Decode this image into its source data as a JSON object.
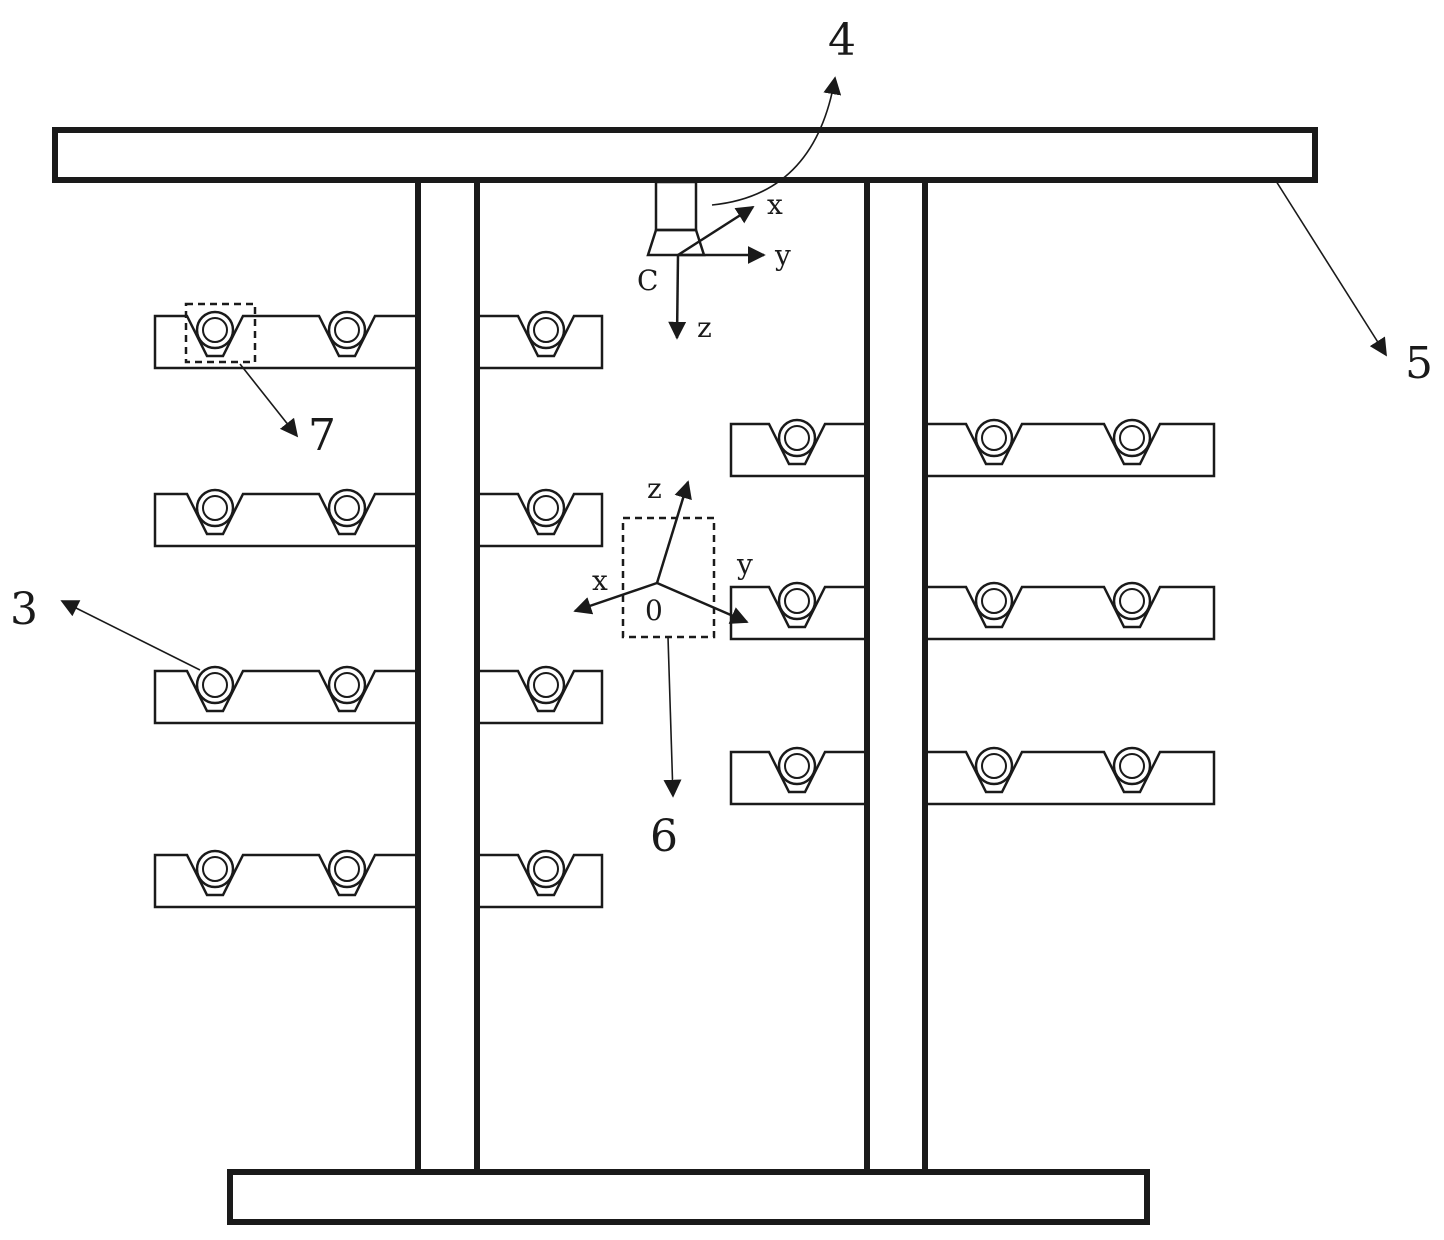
{
  "labels": {
    "ref_3": "3",
    "ref_4": "4",
    "ref_5": "5",
    "ref_6": "6",
    "ref_7": "7"
  },
  "camera_frame": {
    "origin": "C",
    "x": "x",
    "y": "y",
    "z": "z"
  },
  "object_frame": {
    "origin": "0",
    "x": "x",
    "y": "y",
    "z": "z"
  },
  "colors": {
    "line": "#1a1a1a",
    "background": "#ffffff"
  }
}
